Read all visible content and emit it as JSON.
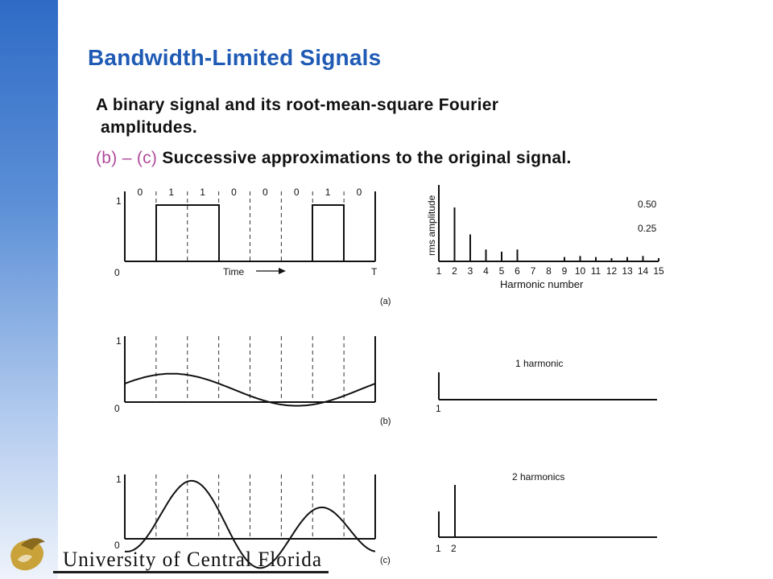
{
  "slide": {
    "title": "Bandwidth-Limited Signals",
    "line1": "A binary signal and its root-mean-square Fourier",
    "line1_cont": "amplitudes.",
    "line2_highlight": "(b) – (c)",
    "line2_text": " Successive approximations to the original signal."
  },
  "colors": {
    "title": "#1f5bb5",
    "highlight": "#b04a9a",
    "sidebar": "#2f6bc6",
    "logo_gold": "#c9a33a"
  },
  "panel_a": {
    "bits": [
      "0",
      "1",
      "1",
      "0",
      "0",
      "0",
      "1",
      "0"
    ],
    "y_top": "1",
    "y_bottom": "0",
    "time_label": "Time",
    "end_label": "T",
    "caption": "(a)"
  },
  "spectrum": {
    "ylabel": "rms amplitude",
    "y_labels": [
      "0.50",
      "0.25"
    ],
    "harmonic_labels": [
      "1",
      "2",
      "3",
      "4",
      "5",
      "6",
      "7",
      "8",
      "9",
      "10",
      "11",
      "12",
      "13",
      "14",
      "15"
    ],
    "amplitudes": [
      0.16,
      0.5,
      0.25,
      0.11,
      0.09,
      0.11,
      0,
      0,
      0.04,
      0.05,
      0.04,
      0.03,
      0.04,
      0.05,
      0.03
    ],
    "xlabel": "Harmonic number"
  },
  "panel_b": {
    "y_top": "1",
    "y_bottom": "0",
    "caption": "(b)",
    "harmonics_label": "1 harmonic",
    "bar_labels": [
      "1"
    ]
  },
  "panel_c": {
    "y_top": "1",
    "y_bottom": "0",
    "caption": "(c)",
    "harmonics_label": "2 harmonics",
    "bar_labels": [
      "1",
      "2"
    ]
  },
  "footer": {
    "logo_text": "University of Central Florida"
  }
}
